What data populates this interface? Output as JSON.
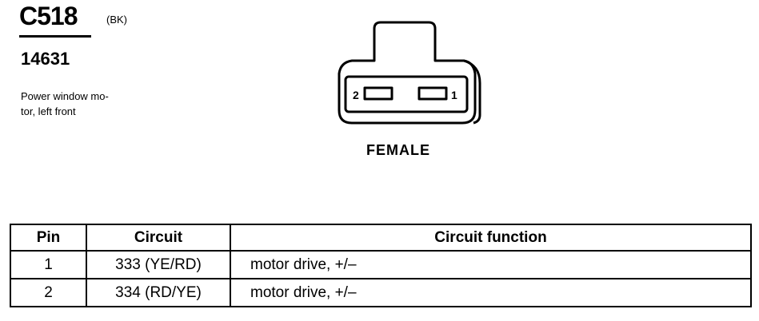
{
  "connector": {
    "id": "C518",
    "color_code": "(BK)",
    "part_number": "14631",
    "description": "Power window mo-\ntor, left front",
    "gender": "FEMALE",
    "pin_labels": {
      "left": "2",
      "right": "1"
    }
  },
  "table": {
    "headers": [
      "Pin",
      "Circuit",
      "Circuit function"
    ],
    "rows": [
      {
        "pin": "1",
        "circuit": "333 (YE/RD)",
        "function": "motor drive, +/–"
      },
      {
        "pin": "2",
        "circuit": "334 (RD/YE)",
        "function": "motor drive, +/–"
      }
    ]
  }
}
